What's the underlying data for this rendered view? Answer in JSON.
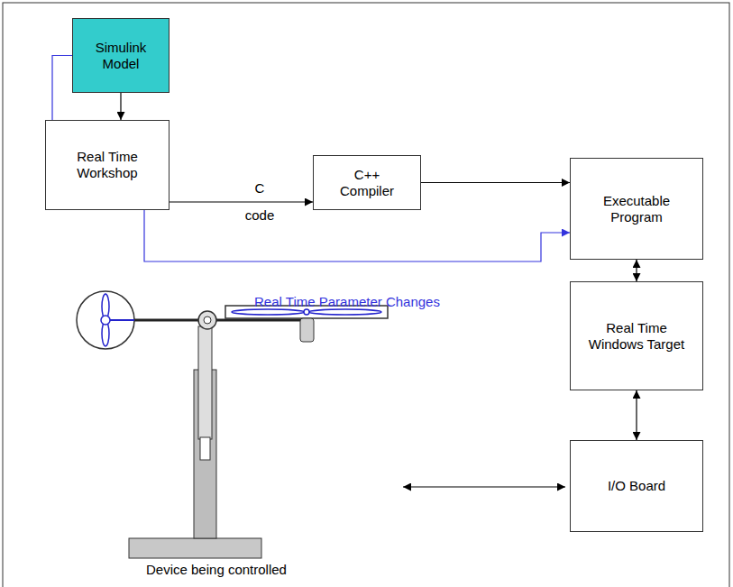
{
  "diagram": {
    "nodes": [
      {
        "text": [
          "Simulink Model"
        ]
      },
      {
        "text": [
          "Real Time Workshop"
        ]
      },
      {
        "text": [
          "C++ Compiler"
        ]
      },
      {
        "text": [
          "Executable Program"
        ]
      },
      {
        "text": [
          "Real Time Windows Target"
        ]
      },
      {
        "text": [
          "I/O Board"
        ]
      }
    ],
    "edges": [
      {
        "from": 0,
        "to": 1,
        "arrow": "to"
      },
      {
        "from": 0,
        "to": 1,
        "arrow": "none"
      },
      {
        "from": 1,
        "to": 2,
        "label": "C code",
        "arrow": "to"
      },
      {
        "from": 2,
        "to": 3,
        "arrow": "to"
      },
      {
        "from": 1,
        "to": 3,
        "label": "Real Time Parameter Changes",
        "arrow": "to"
      },
      {
        "from": 3,
        "to": 4,
        "arrow": "both"
      },
      {
        "from": 4,
        "to": 5,
        "arrow": "both"
      }
    ],
    "labels": [
      "Device being controlled"
    ]
  }
}
